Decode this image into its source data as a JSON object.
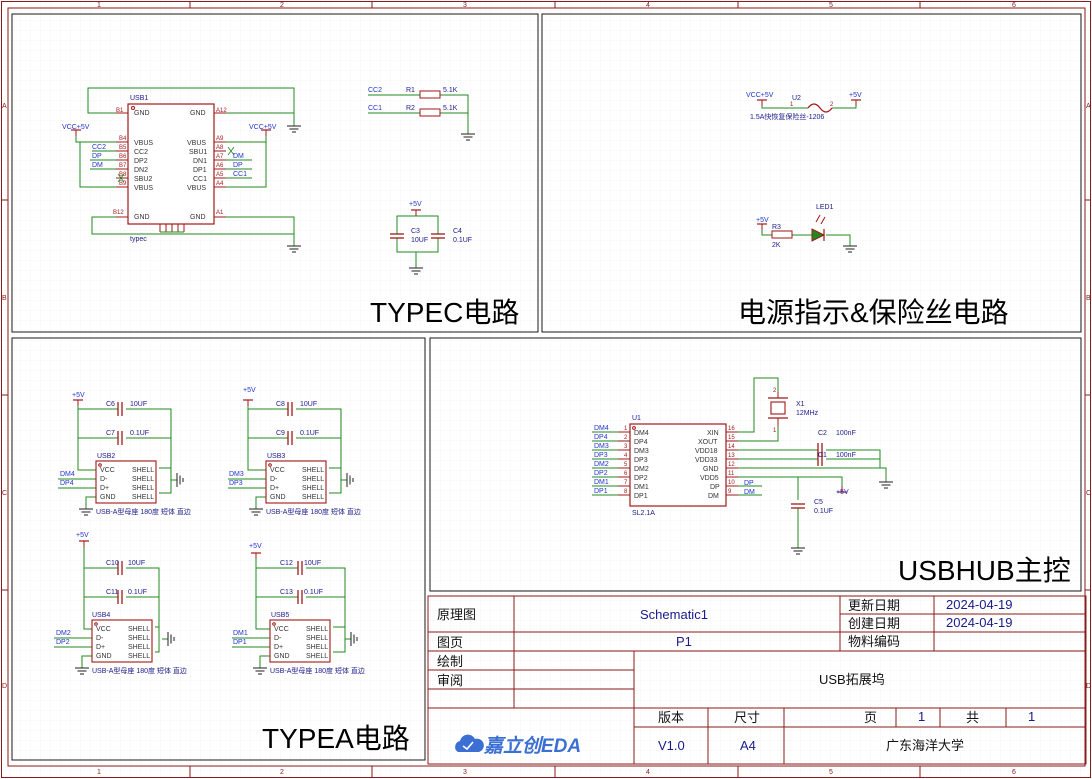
{
  "ruler": {
    "top": [
      "1",
      "2",
      "3",
      "4",
      "5",
      "6"
    ],
    "side": [
      "A",
      "B",
      "C",
      "D"
    ]
  },
  "sections": {
    "typec": "TYPEC电路",
    "power": "电源指示&保险丝电路",
    "typea": "TYPEA电路",
    "hub": "USBHUB主控"
  },
  "typec": {
    "ref": "USB1",
    "value": "typec",
    "left_pins": [
      "GND",
      "VBUS",
      "CC2",
      "DP2",
      "DN2",
      "SBU2",
      "VBUS",
      "GND"
    ],
    "left_nums": [
      "B12",
      "B4",
      "B5",
      "B6",
      "B7",
      "B8",
      "B9",
      "B1"
    ],
    "right_pins": [
      "GND",
      "VBUS",
      "SBU1",
      "DN1",
      "DP1",
      "CC1",
      "VBUS",
      "GND"
    ],
    "right_nums": [
      "A12",
      "A9",
      "A8",
      "A7",
      "A6",
      "A5",
      "A4",
      "A1"
    ],
    "nets": {
      "vcc_l": "VCC+5V",
      "vcc_r": "VCC+5V",
      "cc2": "CC2",
      "dp": "DP",
      "dm": "DM",
      "dm_r": "DM",
      "dp_r": "DP",
      "cc1": "CC1"
    },
    "res": [
      {
        "net": "CC2",
        "ref": "R1",
        "val": "5.1K"
      },
      {
        "net": "CC1",
        "ref": "R2",
        "val": "5.1K"
      }
    ],
    "caps": {
      "net": "+5V",
      "c3_ref": "C3",
      "c3_val": "10UF",
      "c4_ref": "C4",
      "c4_val": "0.1UF"
    }
  },
  "power": {
    "fuse_in": "VCC+5V",
    "fuse_ref": "U2",
    "fuse_out": "+5V",
    "fuse_val": "1.5A快恢复保险丝-1206",
    "fuse_pin1": "1",
    "fuse_pin2": "2",
    "led_ref": "LED1",
    "res_ref": "R3",
    "res_val": "2K",
    "led_net": "+5V"
  },
  "typea": [
    {
      "ref": "USB2",
      "c_top": "C6",
      "c_top_val": "10UF",
      "c_bot": "C7",
      "c_bot_val": "0.1UF",
      "net": "+5V",
      "dm": "DM4",
      "dp": "DP4"
    },
    {
      "ref": "USB3",
      "c_top": "C8",
      "c_top_val": "10UF",
      "c_bot": "C9",
      "c_bot_val": "0.1UF",
      "net": "+5V",
      "dm": "DM3",
      "dp": "DP3"
    },
    {
      "ref": "USB4",
      "c_top": "C10",
      "c_top_val": "10UF",
      "c_bot": "C11",
      "c_bot_val": "0.1UF",
      "net": "+5V",
      "dm": "DM2",
      "dp": "DP2"
    },
    {
      "ref": "USB5",
      "c_top": "C12",
      "c_top_val": "10UF",
      "c_bot": "C13",
      "c_bot_val": "0.1UF",
      "net": "+5V",
      "dm": "DM1",
      "dp": "DP1"
    }
  ],
  "typea_pins": [
    "VCC",
    "D-",
    "D+",
    "GND"
  ],
  "typea_shell": "SHELL",
  "typea_value": "USB-A型母座 180度 短体 直边",
  "hub": {
    "ref": "U1",
    "value": "SL2.1A",
    "left_nets": [
      "DM4",
      "DP4",
      "DM3",
      "DP3",
      "DM2",
      "DP2",
      "DM1",
      "DP1"
    ],
    "left_pins": [
      "DM4",
      "DP4",
      "DM3",
      "DP3",
      "DM2",
      "DP2",
      "DM1",
      "DP1"
    ],
    "left_nums": [
      "1",
      "2",
      "3",
      "4",
      "5",
      "6",
      "7",
      "8"
    ],
    "right_pins": [
      "XIN",
      "XOUT",
      "VDD18",
      "VDD33",
      "GND",
      "VDD5",
      "DP",
      "DM"
    ],
    "right_nums": [
      "16",
      "15",
      "14",
      "13",
      "12",
      "11",
      "10",
      "9"
    ],
    "dp": "DP",
    "dm": "DM",
    "xtal_ref": "X1",
    "xtal_val": "12MHz",
    "xtal_pin1": "1",
    "xtal_pin2": "2",
    "c2_ref": "C2",
    "c2_val": "100nF",
    "c1_ref": "C1",
    "c1_val": "100nF",
    "c5_ref": "C5",
    "c5_val": "0.1UF",
    "net5": "+5V"
  },
  "titleblock": {
    "schematic_label": "原理图",
    "schematic": "Schematic1",
    "update_label": "更新日期",
    "update": "2024-04-19",
    "create_label": "创建日期",
    "create": "2024-04-19",
    "page_label": "图页",
    "page": "P1",
    "material_label": "物料编码",
    "draw_label": "绘制",
    "review_label": "审阅",
    "project": "USB拓展坞",
    "version_label": "版本",
    "size_label": "尺寸",
    "pg_label": "页",
    "pg": "1",
    "total_label": "共",
    "total": "1",
    "logo": "嘉立创EDA",
    "version": "V1.0",
    "size": "A4",
    "company": "广东海洋大学"
  },
  "colors": {
    "border": "#8b1a1a",
    "wire": "#1f8a1f",
    "part": "#a01818",
    "net": "#2233cc"
  }
}
